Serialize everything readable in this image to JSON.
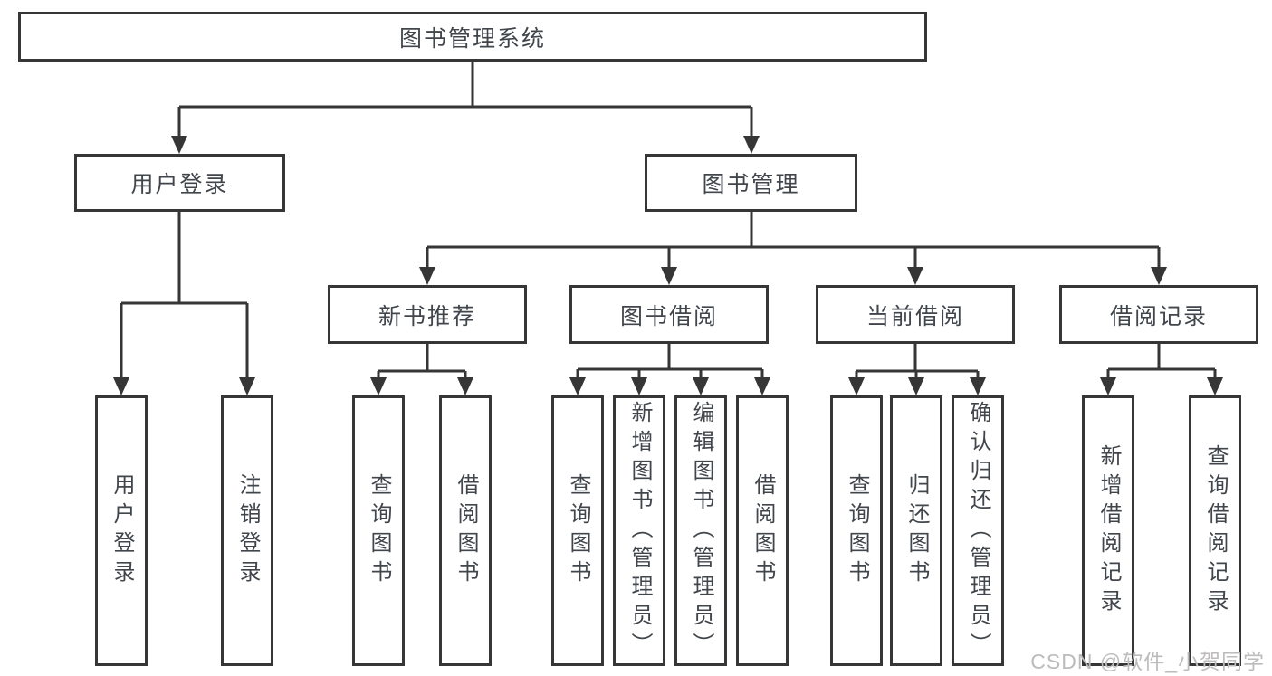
{
  "diagram": {
    "title": "图书管理系统",
    "type": "hierarchy-tree",
    "colors": {
      "line": "#363636",
      "box_border": "#363636",
      "box_fill": "#ffffff",
      "text": "#41464c",
      "watermark": "#bdbbbb",
      "background": "#ffffff"
    },
    "nodes": {
      "root": {
        "label": "图书管理系统"
      },
      "user_login": {
        "label": "用户登录"
      },
      "book_mgmt": {
        "label": "图书管理"
      },
      "new_book_rec": {
        "label": "新书推荐"
      },
      "book_borrow": {
        "label": "图书借阅"
      },
      "current_borrow": {
        "label": "当前借阅"
      },
      "borrow_records": {
        "label": "借阅记录"
      },
      "leaf_user_login": {
        "label": "用户登录"
      },
      "leaf_logout": {
        "label": "注销登录"
      },
      "leaf_query_book_rec": {
        "label": "查询图书"
      },
      "leaf_borrow_book_rec": {
        "label": "借阅图书"
      },
      "leaf_query_book_borrow": {
        "label": "查询图书"
      },
      "leaf_add_book": {
        "label": "新增图书（管理员）"
      },
      "leaf_edit_book": {
        "label": "编辑图书（管理员）"
      },
      "leaf_borrow_book_borrow": {
        "label": "借阅图书"
      },
      "leaf_query_book_current": {
        "label": "查询图书"
      },
      "leaf_return_book": {
        "label": "归还图书"
      },
      "leaf_confirm_return": {
        "label": "确认归还（管理员）"
      },
      "leaf_add_record": {
        "label": "新增借阅记录"
      },
      "leaf_query_record": {
        "label": "查询借阅记录"
      }
    },
    "edges": [
      {
        "from": "root",
        "to": "user_login"
      },
      {
        "from": "root",
        "to": "book_mgmt"
      },
      {
        "from": "user_login",
        "to": "leaf_user_login"
      },
      {
        "from": "user_login",
        "to": "leaf_logout"
      },
      {
        "from": "book_mgmt",
        "to": "new_book_rec"
      },
      {
        "from": "book_mgmt",
        "to": "book_borrow"
      },
      {
        "from": "book_mgmt",
        "to": "current_borrow"
      },
      {
        "from": "book_mgmt",
        "to": "borrow_records"
      },
      {
        "from": "new_book_rec",
        "to": "leaf_query_book_rec"
      },
      {
        "from": "new_book_rec",
        "to": "leaf_borrow_book_rec"
      },
      {
        "from": "book_borrow",
        "to": "leaf_query_book_borrow"
      },
      {
        "from": "book_borrow",
        "to": "leaf_add_book"
      },
      {
        "from": "book_borrow",
        "to": "leaf_edit_book"
      },
      {
        "from": "book_borrow",
        "to": "leaf_borrow_book_borrow"
      },
      {
        "from": "current_borrow",
        "to": "leaf_query_book_current"
      },
      {
        "from": "current_borrow",
        "to": "leaf_return_book"
      },
      {
        "from": "current_borrow",
        "to": "leaf_confirm_return"
      },
      {
        "from": "borrow_records",
        "to": "leaf_add_record"
      },
      {
        "from": "borrow_records",
        "to": "leaf_query_record"
      }
    ]
  },
  "watermark": {
    "text": "CSDN @软件_小贺同学"
  }
}
